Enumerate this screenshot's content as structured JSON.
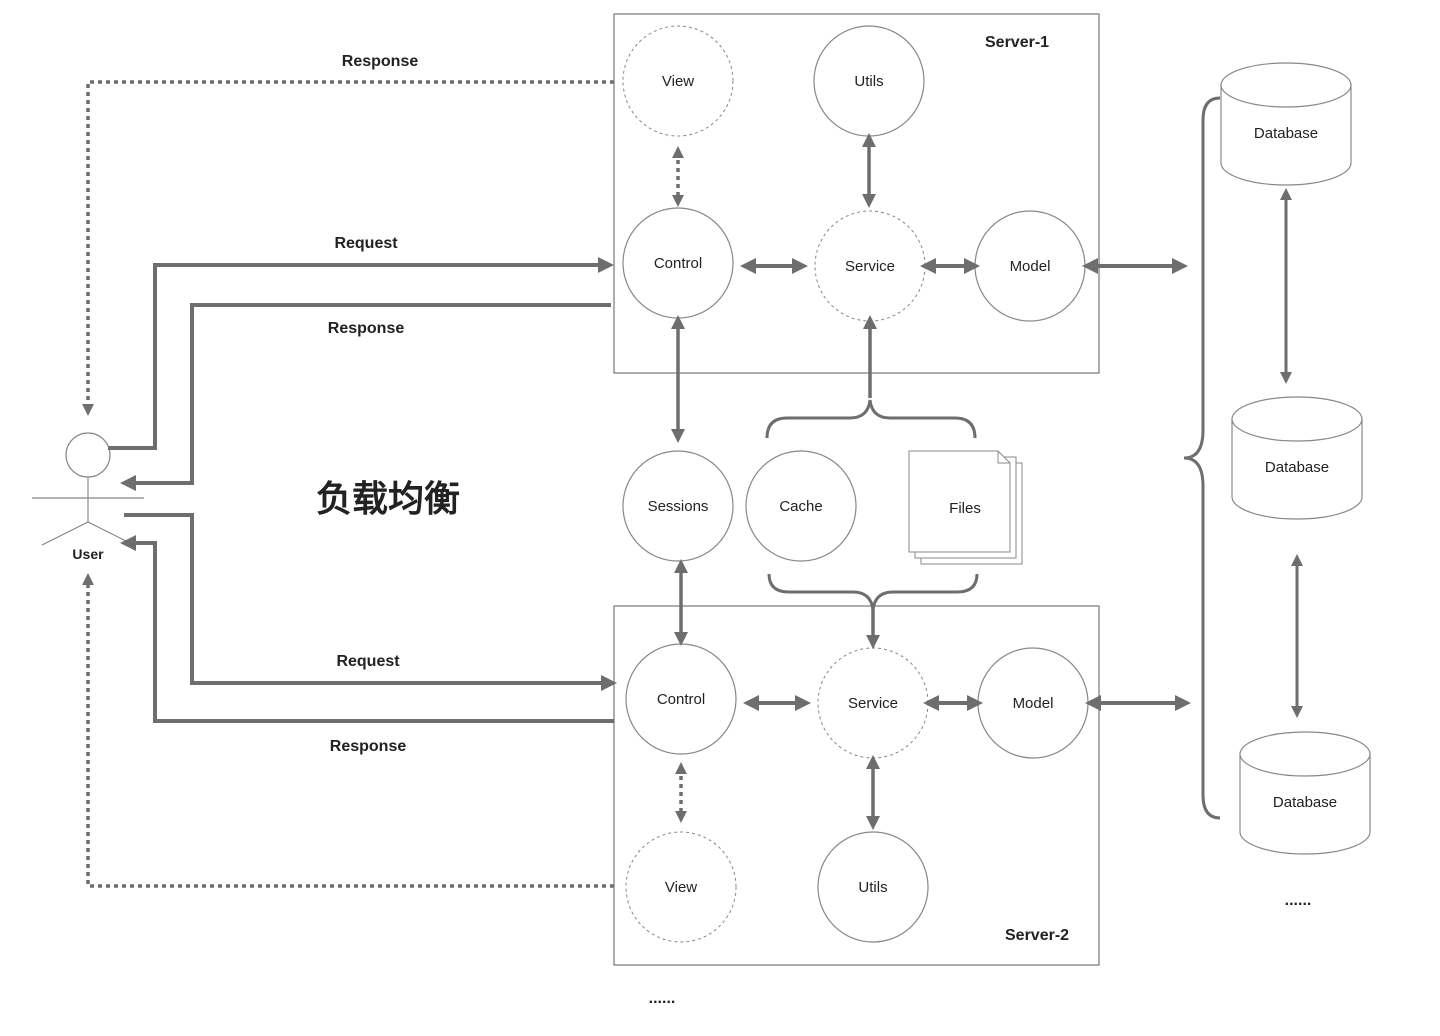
{
  "servers": {
    "server1": {
      "name": "Server-1",
      "nodes": {
        "view": "View",
        "utils": "Utils",
        "control": "Control",
        "service": "Service",
        "model": "Model"
      }
    },
    "server2": {
      "name": "Server-2",
      "nodes": {
        "view": "View",
        "utils": "Utils",
        "control": "Control",
        "service": "Service",
        "model": "Model"
      }
    }
  },
  "shared": {
    "sessions": "Sessions",
    "cache": "Cache",
    "files": "Files"
  },
  "user": {
    "label": "User"
  },
  "load_balance_title": "负载均衡",
  "flows": {
    "top_response_dotted": "Response",
    "server1_request": "Request",
    "server1_response": "Response",
    "server2_request": "Request",
    "server2_response": "Response"
  },
  "databases": [
    "Database",
    "Database",
    "Database"
  ],
  "more_databases": "......",
  "more_servers": "......",
  "colors": {
    "arrow": "#6e6e6e",
    "stroke": "#777777",
    "text": "#222222"
  }
}
